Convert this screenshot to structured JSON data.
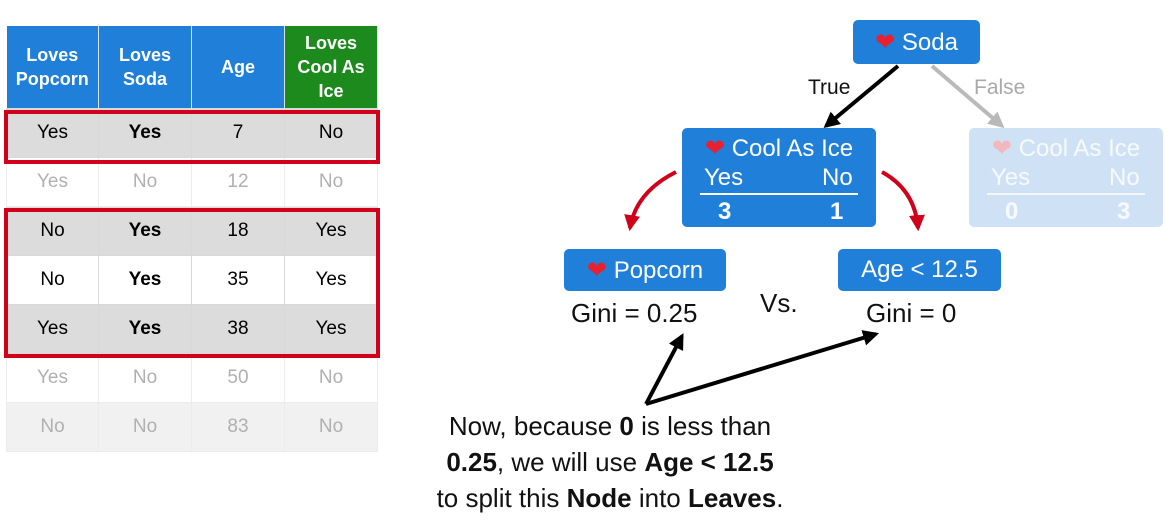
{
  "table": {
    "headers": [
      {
        "lines": [
          "Loves",
          "Popcorn"
        ]
      },
      {
        "lines": [
          "Loves",
          "Soda"
        ]
      },
      {
        "lines": [
          "Age"
        ]
      },
      {
        "lines": [
          "Loves",
          "Cool As",
          "Ice"
        ]
      }
    ],
    "rows": [
      {
        "popcorn": "Yes",
        "soda": "Yes",
        "age": "7",
        "cool": "No",
        "highlighted": true
      },
      {
        "popcorn": "Yes",
        "soda": "No",
        "age": "12",
        "cool": "No",
        "highlighted": false
      },
      {
        "popcorn": "No",
        "soda": "Yes",
        "age": "18",
        "cool": "Yes",
        "highlighted": true
      },
      {
        "popcorn": "No",
        "soda": "Yes",
        "age": "35",
        "cool": "Yes",
        "highlighted": true
      },
      {
        "popcorn": "Yes",
        "soda": "Yes",
        "age": "38",
        "cool": "Yes",
        "highlighted": true
      },
      {
        "popcorn": "Yes",
        "soda": "No",
        "age": "50",
        "cool": "No",
        "highlighted": false
      },
      {
        "popcorn": "No",
        "soda": "No",
        "age": "83",
        "cool": "No",
        "highlighted": false
      }
    ]
  },
  "tree": {
    "root": {
      "label": "Soda"
    },
    "edge_true": "True",
    "edge_false": "False",
    "left_node": {
      "label": "Cool As Ice",
      "yes_label": "Yes",
      "no_label": "No",
      "yes_count": "3",
      "no_count": "1"
    },
    "right_node": {
      "label": "Cool As Ice",
      "yes_label": "Yes",
      "no_label": "No",
      "yes_count": "0",
      "no_count": "3"
    },
    "option_popcorn": {
      "label": "Popcorn",
      "gini": "Gini = 0.25"
    },
    "option_age": {
      "label": "Age < 12.5",
      "gini": "Gini = 0"
    },
    "versus": "Vs."
  },
  "explanation": {
    "line1": [
      "Now, because ",
      "0",
      " is less than"
    ],
    "line2": [
      "0.25",
      ", we will use ",
      "Age < 12.5"
    ],
    "line3": [
      "to split this ",
      "Node",
      " into ",
      "Leaves",
      "."
    ]
  },
  "icons": {
    "heart": "heart-icon"
  },
  "colors": {
    "blue": "#1f7fd9",
    "green": "#1c8a1c",
    "red": "#d0021b",
    "heart": "#e8202f"
  }
}
